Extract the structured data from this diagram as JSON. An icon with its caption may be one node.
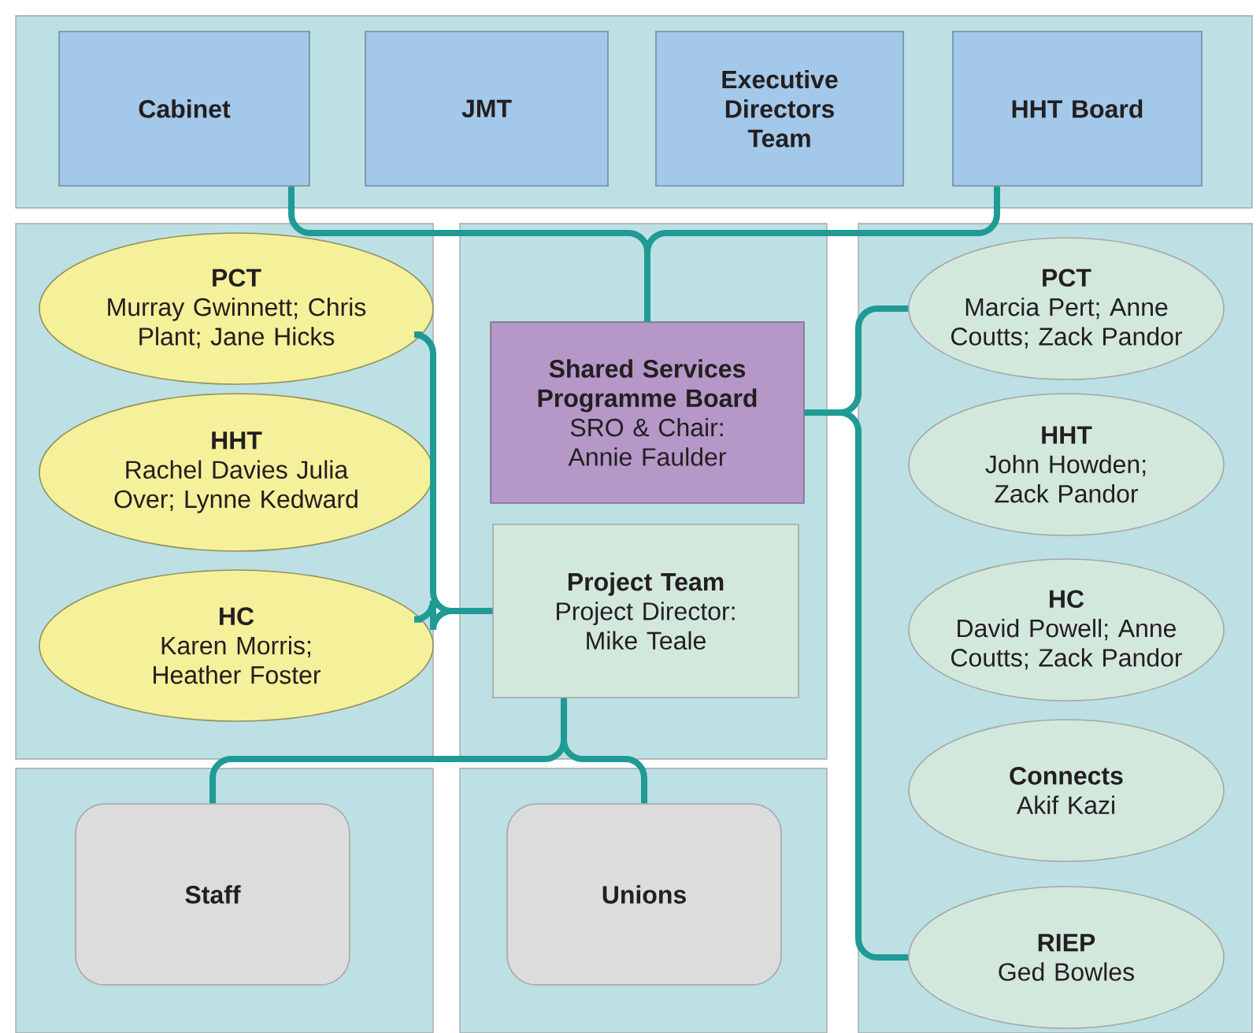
{
  "diagram": {
    "nodes": [
      {
        "text": [
          "Cabinet"
        ]
      },
      {
        "text": [
          "JMT"
        ]
      },
      {
        "text": [
          "Executive Directors Team"
        ]
      },
      {
        "text": [
          "HHT Board"
        ]
      },
      {
        "text": [
          "Shared Services Programme Board",
          "SRO & Chair: Annie Faulder"
        ]
      },
      {
        "text": [
          "PCT",
          "Murray Gwinnett; Chris Plant; Jane Hicks"
        ]
      },
      {
        "text": [
          "HHT",
          "Rachel Davies Julia Over; Lynne Kedward"
        ]
      },
      {
        "text": [
          "HC",
          "Karen Morris; Heather Foster"
        ]
      },
      {
        "text": [
          "Project Team",
          "Project Director: Mike Teale"
        ]
      },
      {
        "text": [
          "PCT",
          "Marcia Pert; Anne Coutts; Zack Pandor"
        ]
      },
      {
        "text": [
          "HHT",
          "John Howden; Zack Pandor"
        ]
      },
      {
        "text": [
          "HC",
          "David Powell; Anne Coutts; Zack Pandor"
        ]
      },
      {
        "text": [
          "Connects",
          "Akif Kazi"
        ]
      },
      {
        "text": [
          "RIEP",
          "Ged Bowles"
        ]
      },
      {
        "text": [
          "Staff"
        ]
      },
      {
        "text": [
          "Unions"
        ]
      }
    ],
    "edges": [
      {
        "from": 0,
        "to": 4,
        "arrow": "none"
      },
      {
        "from": 3,
        "to": 4,
        "arrow": "none"
      },
      {
        "from": 4,
        "to": 9,
        "arrow": "none"
      },
      {
        "from": 4,
        "to": 13,
        "arrow": "none"
      },
      {
        "from": 5,
        "to": 8,
        "arrow": "none"
      },
      {
        "from": 7,
        "to": 8,
        "arrow": "none"
      },
      {
        "from": 8,
        "to": 14,
        "arrow": "none"
      },
      {
        "from": 8,
        "to": 15,
        "arrow": "none"
      }
    ]
  }
}
